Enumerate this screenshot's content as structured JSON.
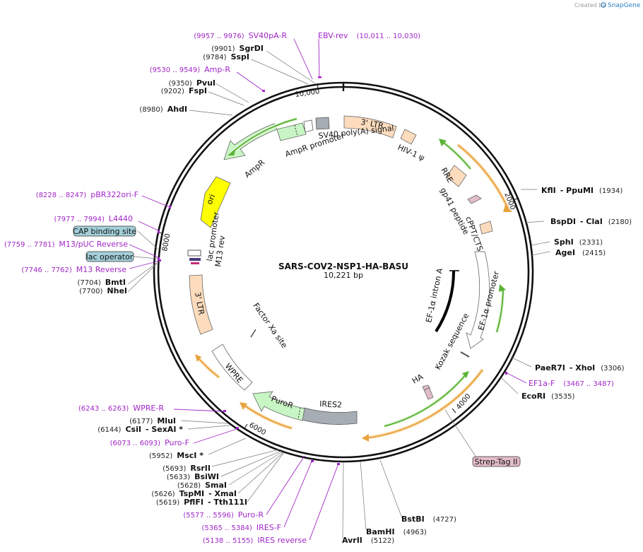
{
  "brand": {
    "created_by": "Created by",
    "name": "SnapGene"
  },
  "plasmid": {
    "name": "SARS-COV2-NSP1-HA-BASU",
    "size": "10,221 bp"
  },
  "ticks": [
    "2000",
    "4000",
    "6000",
    "8000",
    "10,000"
  ],
  "enzymes": [
    {
      "pos": "(9901)",
      "name": "SgrDI"
    },
    {
      "pos": "(9784)",
      "name": "SspI"
    },
    {
      "pos": "(9350)",
      "name": "PvuI"
    },
    {
      "pos": "(9202)",
      "name": "FspI"
    },
    {
      "pos": "(8980)",
      "name": "AhdI"
    },
    {
      "pos": "(7704)",
      "name": "BmtI"
    },
    {
      "pos": "(7700)",
      "name": "NheI"
    },
    {
      "name": "KflI",
      "name2": "- PpuMI",
      "pos": "(1934)"
    },
    {
      "name": "BspDI",
      "name2": "- ClaI",
      "pos": "(2180)"
    },
    {
      "name": "SphI",
      "pos": "(2331)"
    },
    {
      "name": "AgeI",
      "pos": "(2415)"
    },
    {
      "name": "PaeR7I",
      "name2": "- XhoI",
      "pos": "(3306)"
    },
    {
      "name": "EcoRI",
      "pos": "(3535)"
    },
    {
      "name": "BstBI",
      "pos": "(4727)"
    },
    {
      "name": "BamHI",
      "pos": "(4963)"
    },
    {
      "name": "AvrII",
      "pos": "(5122)"
    },
    {
      "pos": "(6177)",
      "name": "MluI"
    },
    {
      "pos": "(6144)",
      "name": "CsiI",
      "name2": "- SexAI *"
    },
    {
      "pos": "(5952)",
      "name": "MscI *"
    },
    {
      "pos": "(5693)",
      "name": "RsrII"
    },
    {
      "pos": "(5633)",
      "name": "BsiWI"
    },
    {
      "pos": "(5628)",
      "name": "SmaI"
    },
    {
      "pos": "(5626)",
      "name": "TspMI",
      "name2": "- XmaI"
    },
    {
      "pos": "(5619)",
      "name": "PflFI",
      "name2": "- Tth111I"
    }
  ],
  "primers": [
    {
      "range": "(9957 .. 9976)",
      "name": "SV40pA-R"
    },
    {
      "name": "EBV-rev",
      "range": "(10,011 .. 10,030)"
    },
    {
      "range": "(9530 .. 9549)",
      "name": "Amp-R"
    },
    {
      "range": "(8228 .. 8247)",
      "name": "pBR322ori-F"
    },
    {
      "range": "(7977 .. 7994)",
      "name": "L4440"
    },
    {
      "range": "(7759 .. 7781)",
      "name": "M13/pUC Reverse"
    },
    {
      "range": "(7746 .. 7762)",
      "name": "M13 Reverse"
    },
    {
      "name": "EF1a-F",
      "range": "(3467 .. 3487)"
    },
    {
      "range": "(6243 .. 6263)",
      "name": "WPRE-R"
    },
    {
      "range": "(6073 .. 6093)",
      "name": "Puro-F"
    },
    {
      "range": "(5577 .. 5596)",
      "name": "Puro-R"
    },
    {
      "range": "(5365 .. 5384)",
      "name": "IRES-F"
    },
    {
      "range": "(5138 .. 5155)",
      "name": "IRES reverse"
    }
  ],
  "boxed_features": [
    {
      "name": "CAP binding site",
      "color": "#a3cfd9"
    },
    {
      "name": "lac operator",
      "color": "#a3cfd9"
    },
    {
      "name": "Strep-Tag II",
      "color": "#e3bcc9"
    }
  ],
  "features": {
    "ltr_top": "3' LTR",
    "sv40": "SV40 poly(A) signal",
    "hiv": "HIV-1 ψ",
    "amppromoter": "AmpR promoter",
    "ampr": "AmpR",
    "ori": "ori",
    "rre": "RRE",
    "gp41": "gp41 peptide",
    "cppt": "cPPT/CTS",
    "lacpromoter": "lac promoter",
    "m13rev": "M13 rev",
    "ltr_left": "3' LTR",
    "intron": "EF-1α intron A",
    "ef1promoter": "EF-1α promoter",
    "kozak": "Kozak sequence",
    "factorxa": "Factor Xa site",
    "wpre": "WPRE",
    "ha": "HA",
    "puror": "PuroR",
    "ires2": "IRES2"
  },
  "colors": {
    "primer": "#a126c7",
    "ltr": "#fddcbd",
    "gene": "#c8f5c4",
    "ori": "#ffff00",
    "orf_orange": "#e8a33d",
    "orf_green": "#5bb335",
    "grey": "#a6adb4",
    "gp41": "#e3bcc9"
  }
}
